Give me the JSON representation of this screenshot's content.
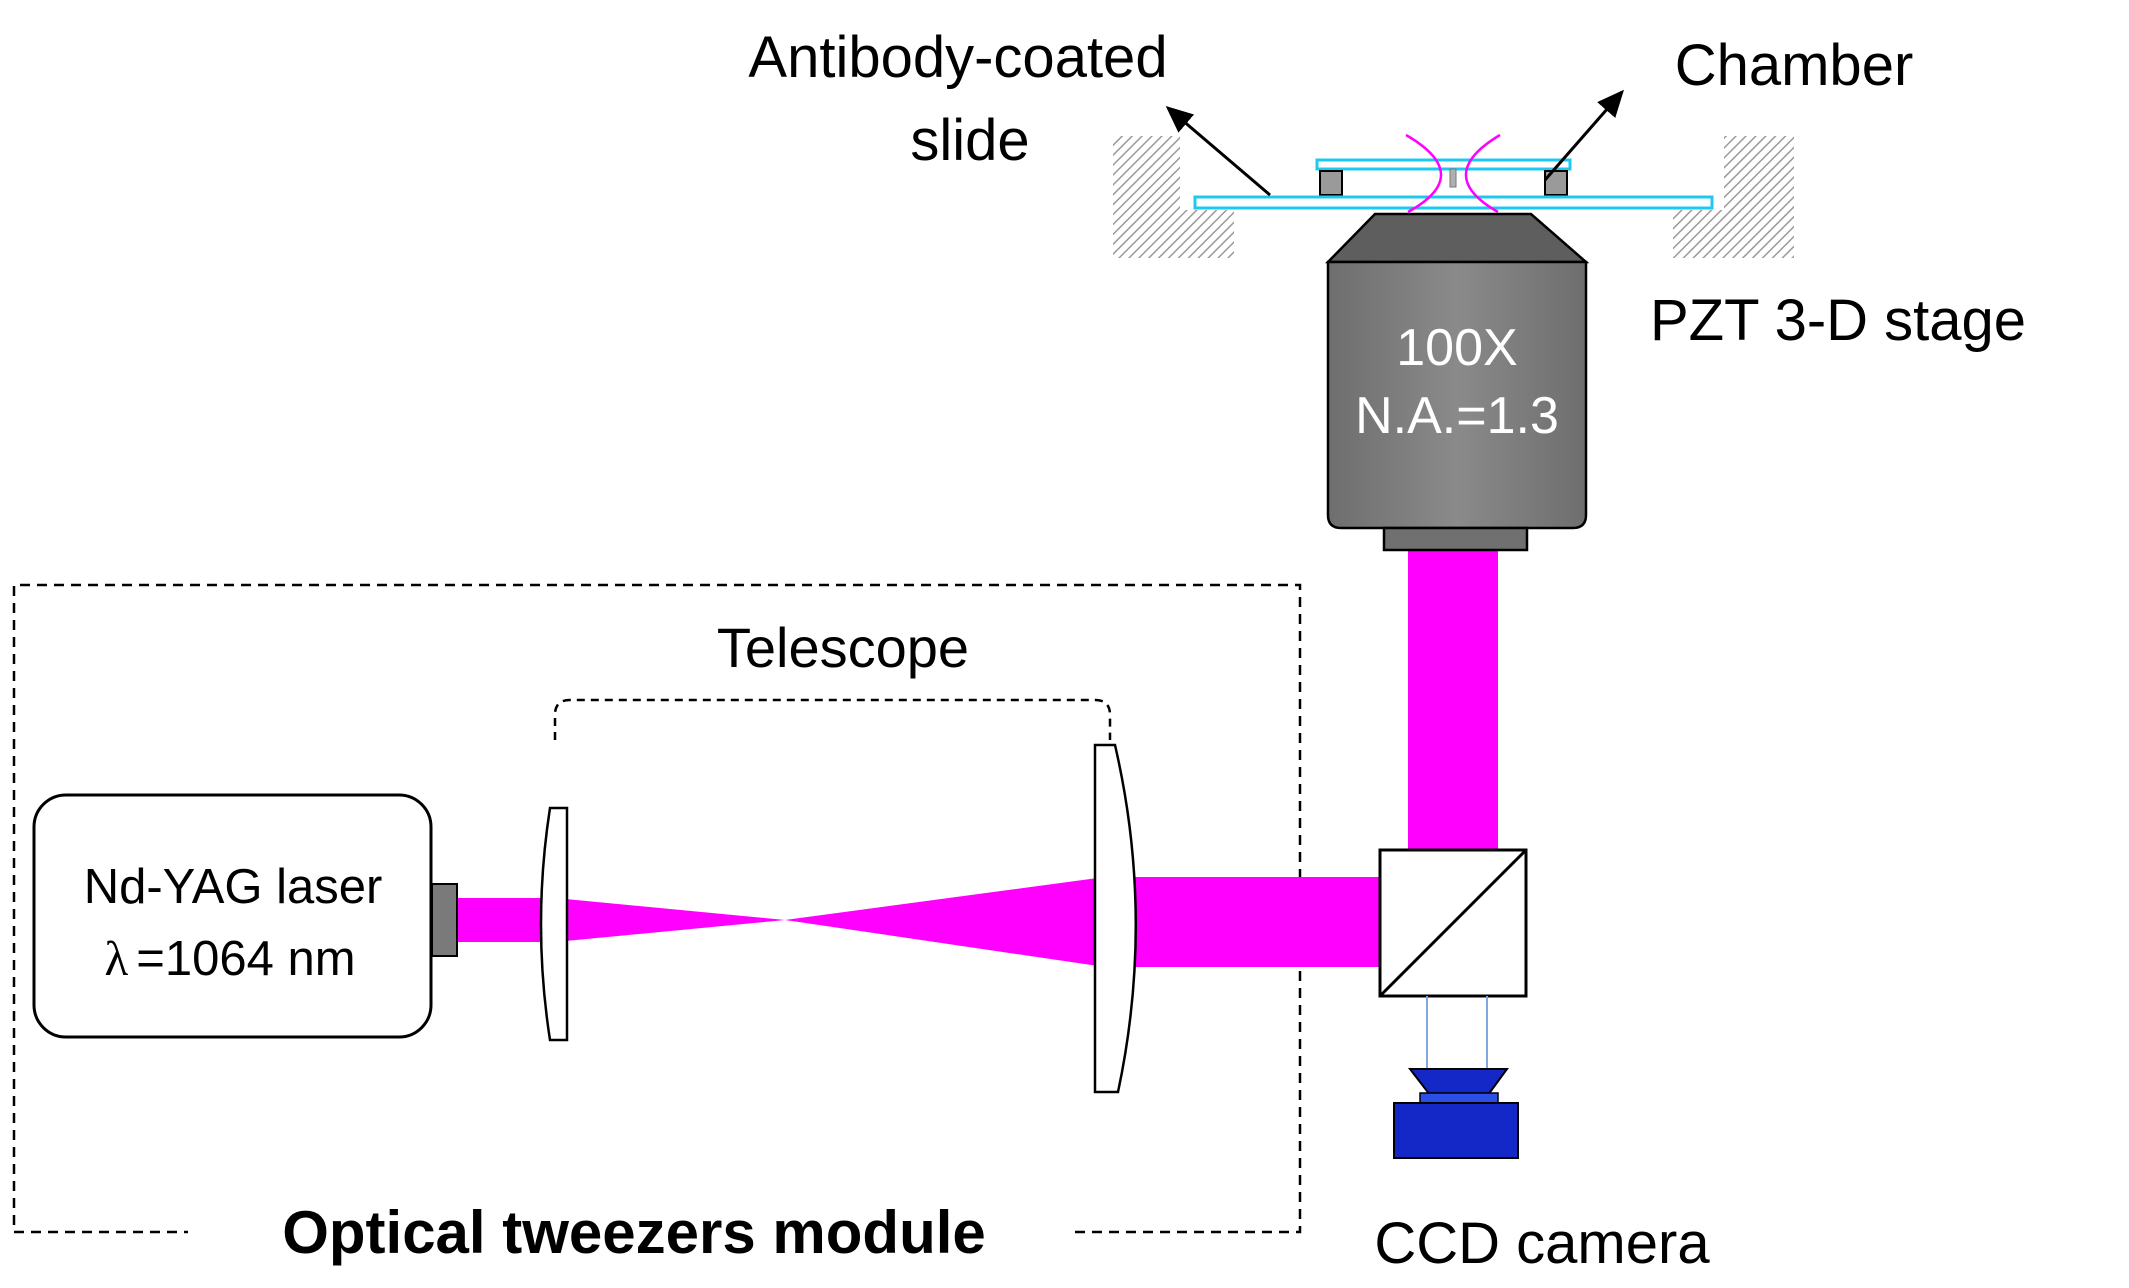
{
  "labels": {
    "antibody_slide_line1": "Antibody-coated",
    "antibody_slide_line2": "slide",
    "chamber": "Chamber",
    "stage": "PZT 3-D stage",
    "objective_line1": "100X",
    "objective_line2": "N.A.=1.3",
    "telescope": "Telescope",
    "laser_line1": "Nd-YAG laser",
    "laser_symbol": "λ",
    "laser_line2": "=1064 nm",
    "module": "Optical tweezers module",
    "camera": "CCD camera"
  },
  "colors": {
    "beam": "#ff00ff",
    "slide": "#1ec8f0",
    "objective_body": "#808080",
    "objective_dark": "#6a6a6a",
    "camera": "#1428c8",
    "camera_light": "#2e4fe6",
    "stage_hatch": "#9a9a9a",
    "outline": "#000000"
  }
}
